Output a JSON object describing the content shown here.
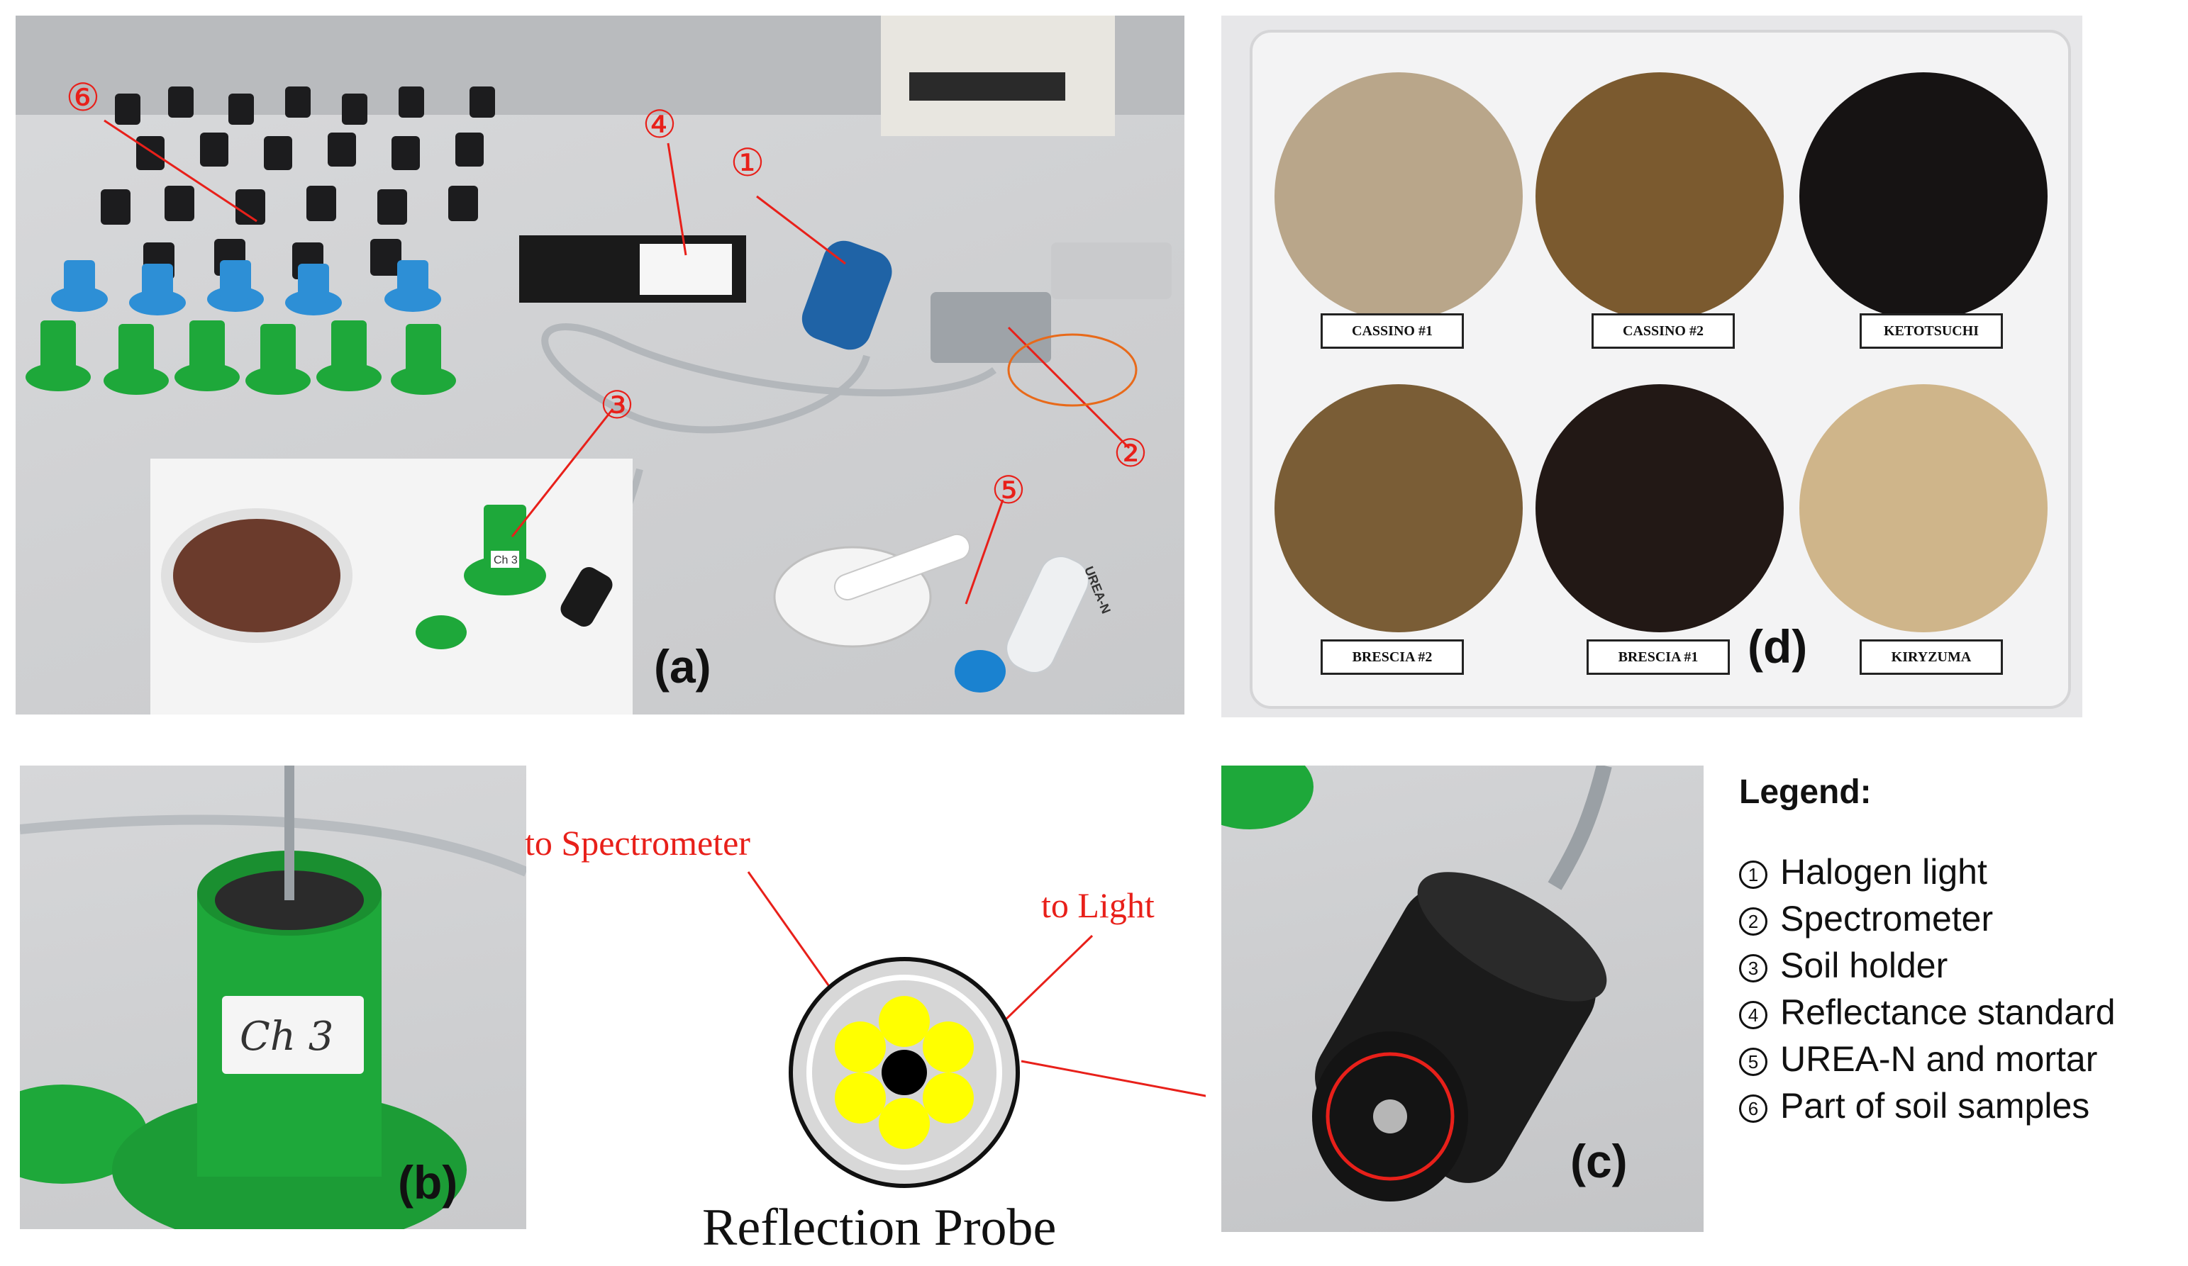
{
  "panel_labels": {
    "a": "(a)",
    "b": "(b)",
    "c": "(c)",
    "d": "(d)"
  },
  "callouts": [
    "①",
    "②",
    "③",
    "④",
    "⑤",
    "⑥"
  ],
  "holder_tag": "Ch 3",
  "reagent_label": "UREA-N",
  "soil_plate": {
    "labels": [
      "CASSINO #1",
      "CASSINO #2",
      "KETOTSUCHI",
      "BRESCIA #2",
      "BRESCIA #1",
      "KIRYZUMA"
    ]
  },
  "probe": {
    "to_spectrometer": "to Spectrometer",
    "to_light": "to Light",
    "title": "Reflection Probe"
  },
  "legend": {
    "title": "Legend:",
    "items": [
      {
        "num": "1",
        "text": "Halogen light"
      },
      {
        "num": "2",
        "text": "Spectrometer"
      },
      {
        "num": "3",
        "text": "Soil holder"
      },
      {
        "num": "4",
        "text": "Reflectance standard"
      },
      {
        "num": "5",
        "text": "UREA-N and mortar"
      },
      {
        "num": "6",
        "text": "Part of soil samples"
      }
    ]
  },
  "colors": {
    "annotation": "#e8201a",
    "probe_fiber": "#ffff00",
    "holder_green": "#1ea83a",
    "holder_blue": "#2d8fd6"
  }
}
